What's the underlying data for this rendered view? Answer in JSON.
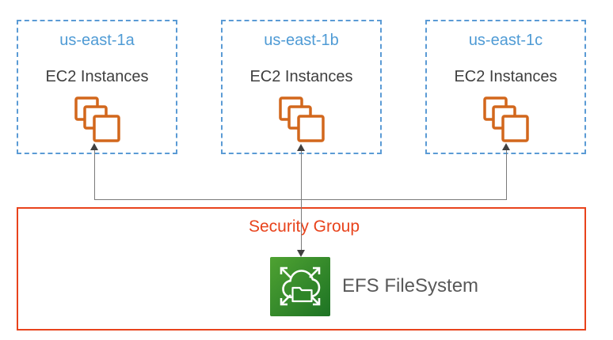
{
  "diagram": {
    "availability_zones": [
      {
        "name": "us-east-1a",
        "instances_label": "EC2 Instances",
        "icon": "ec2-instances-icon"
      },
      {
        "name": "us-east-1b",
        "instances_label": "EC2 Instances",
        "icon": "ec2-instances-icon"
      },
      {
        "name": "us-east-1c",
        "instances_label": "EC2 Instances",
        "icon": "ec2-instances-icon"
      }
    ],
    "security_group": {
      "label": "Security Group",
      "efs": {
        "label": "EFS FileSystem",
        "icon": "efs-filesystem-icon"
      }
    },
    "connections": [
      {
        "from": "EFS FileSystem",
        "to": "us-east-1a EC2 Instances",
        "style": "arrow-up"
      },
      {
        "from": "EFS FileSystem",
        "to": "us-east-1b EC2 Instances",
        "style": "arrow-both-ends"
      },
      {
        "from": "EFS FileSystem",
        "to": "us-east-1c EC2 Instances",
        "style": "arrow-up"
      }
    ]
  },
  "colors": {
    "zone_border": "#5B9BD5",
    "zone_title": "#4F9BD5",
    "instances_text": "#3F3F3F",
    "ec2_orange": "#D2671C",
    "security_red": "#E8431C",
    "efs_green_start": "#4FA232",
    "efs_green_end": "#1D7324",
    "efs_text": "#595959",
    "connector": "#7A7A7A",
    "arrowhead": "#404040"
  }
}
